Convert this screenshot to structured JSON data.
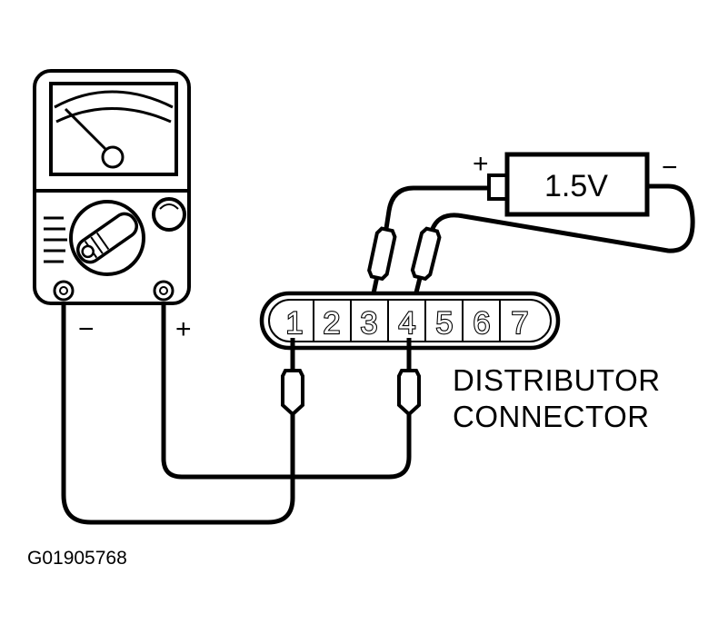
{
  "meter": {
    "negative_symbol": "−",
    "positive_symbol": "+"
  },
  "battery": {
    "label": "1.5V",
    "positive_symbol": "+",
    "negative_symbol": "−"
  },
  "connector": {
    "pins": [
      "1",
      "2",
      "3",
      "4",
      "5",
      "6",
      "7"
    ],
    "caption_line1": "DISTRIBUTOR",
    "caption_line2": "CONNECTOR"
  },
  "figure_code": "G01905768"
}
